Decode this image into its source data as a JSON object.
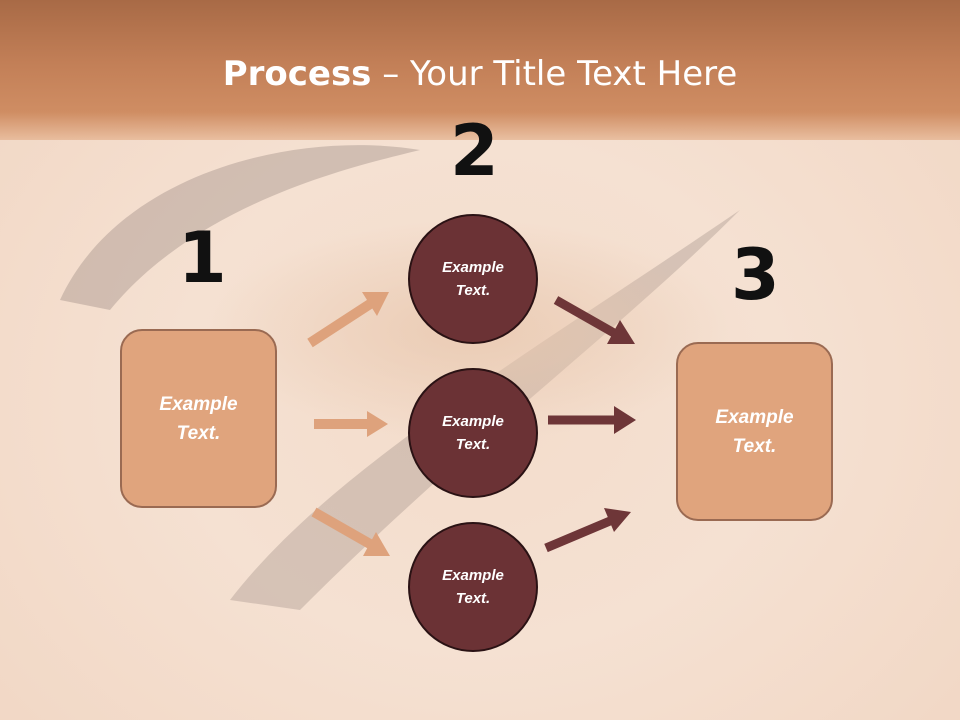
{
  "title": {
    "bold": "Process",
    "rest": " – Your Title Text Here"
  },
  "steps": {
    "one": "1",
    "two": "2",
    "three": "3"
  },
  "left_box": {
    "text": "Example\nText."
  },
  "right_box": {
    "text": "Example\nText."
  },
  "circles": [
    {
      "text": "Example\nText."
    },
    {
      "text": "Example\nText."
    },
    {
      "text": "Example\nText."
    }
  ],
  "colors": {
    "header": "#c27f57",
    "box_fill": "#e0a47d",
    "circle_fill": "#6b3235",
    "arrow_light": "#dea27c",
    "arrow_dark": "#6e3638"
  }
}
